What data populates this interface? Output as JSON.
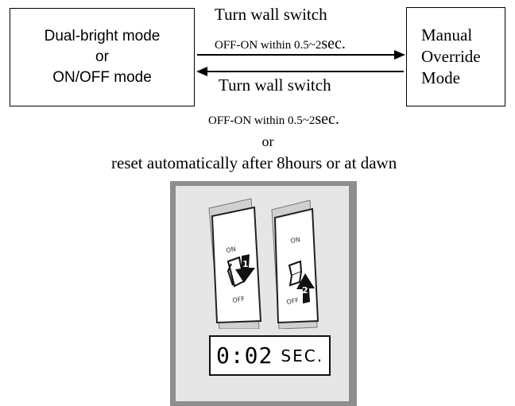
{
  "left_box": {
    "line1": "Dual-bright mode",
    "line2": "or",
    "line3": "ON/OFF mode"
  },
  "right_box": {
    "line1": "Manual",
    "line2": "Override",
    "line3": "Mode"
  },
  "arrow_top": {
    "line1": "Turn wall switch",
    "line2_prefix": "OFF-ON within 0.5~2",
    "line2_suffix": "sec."
  },
  "arrow_bottom": {
    "line1": "Turn wall switch",
    "line2_prefix": "OFF-ON within 0.5~2",
    "line2_suffix": "sec."
  },
  "or_text": "or",
  "reset_text": "reset automatically after 8hours or at dawn",
  "switch_left": {
    "on_label": "ON",
    "off_label": "OFF",
    "step": "1"
  },
  "switch_right": {
    "on_label": "ON",
    "off_label": "OFF",
    "step": "2"
  },
  "timer": {
    "value": "0:02",
    "unit": "SEC."
  }
}
